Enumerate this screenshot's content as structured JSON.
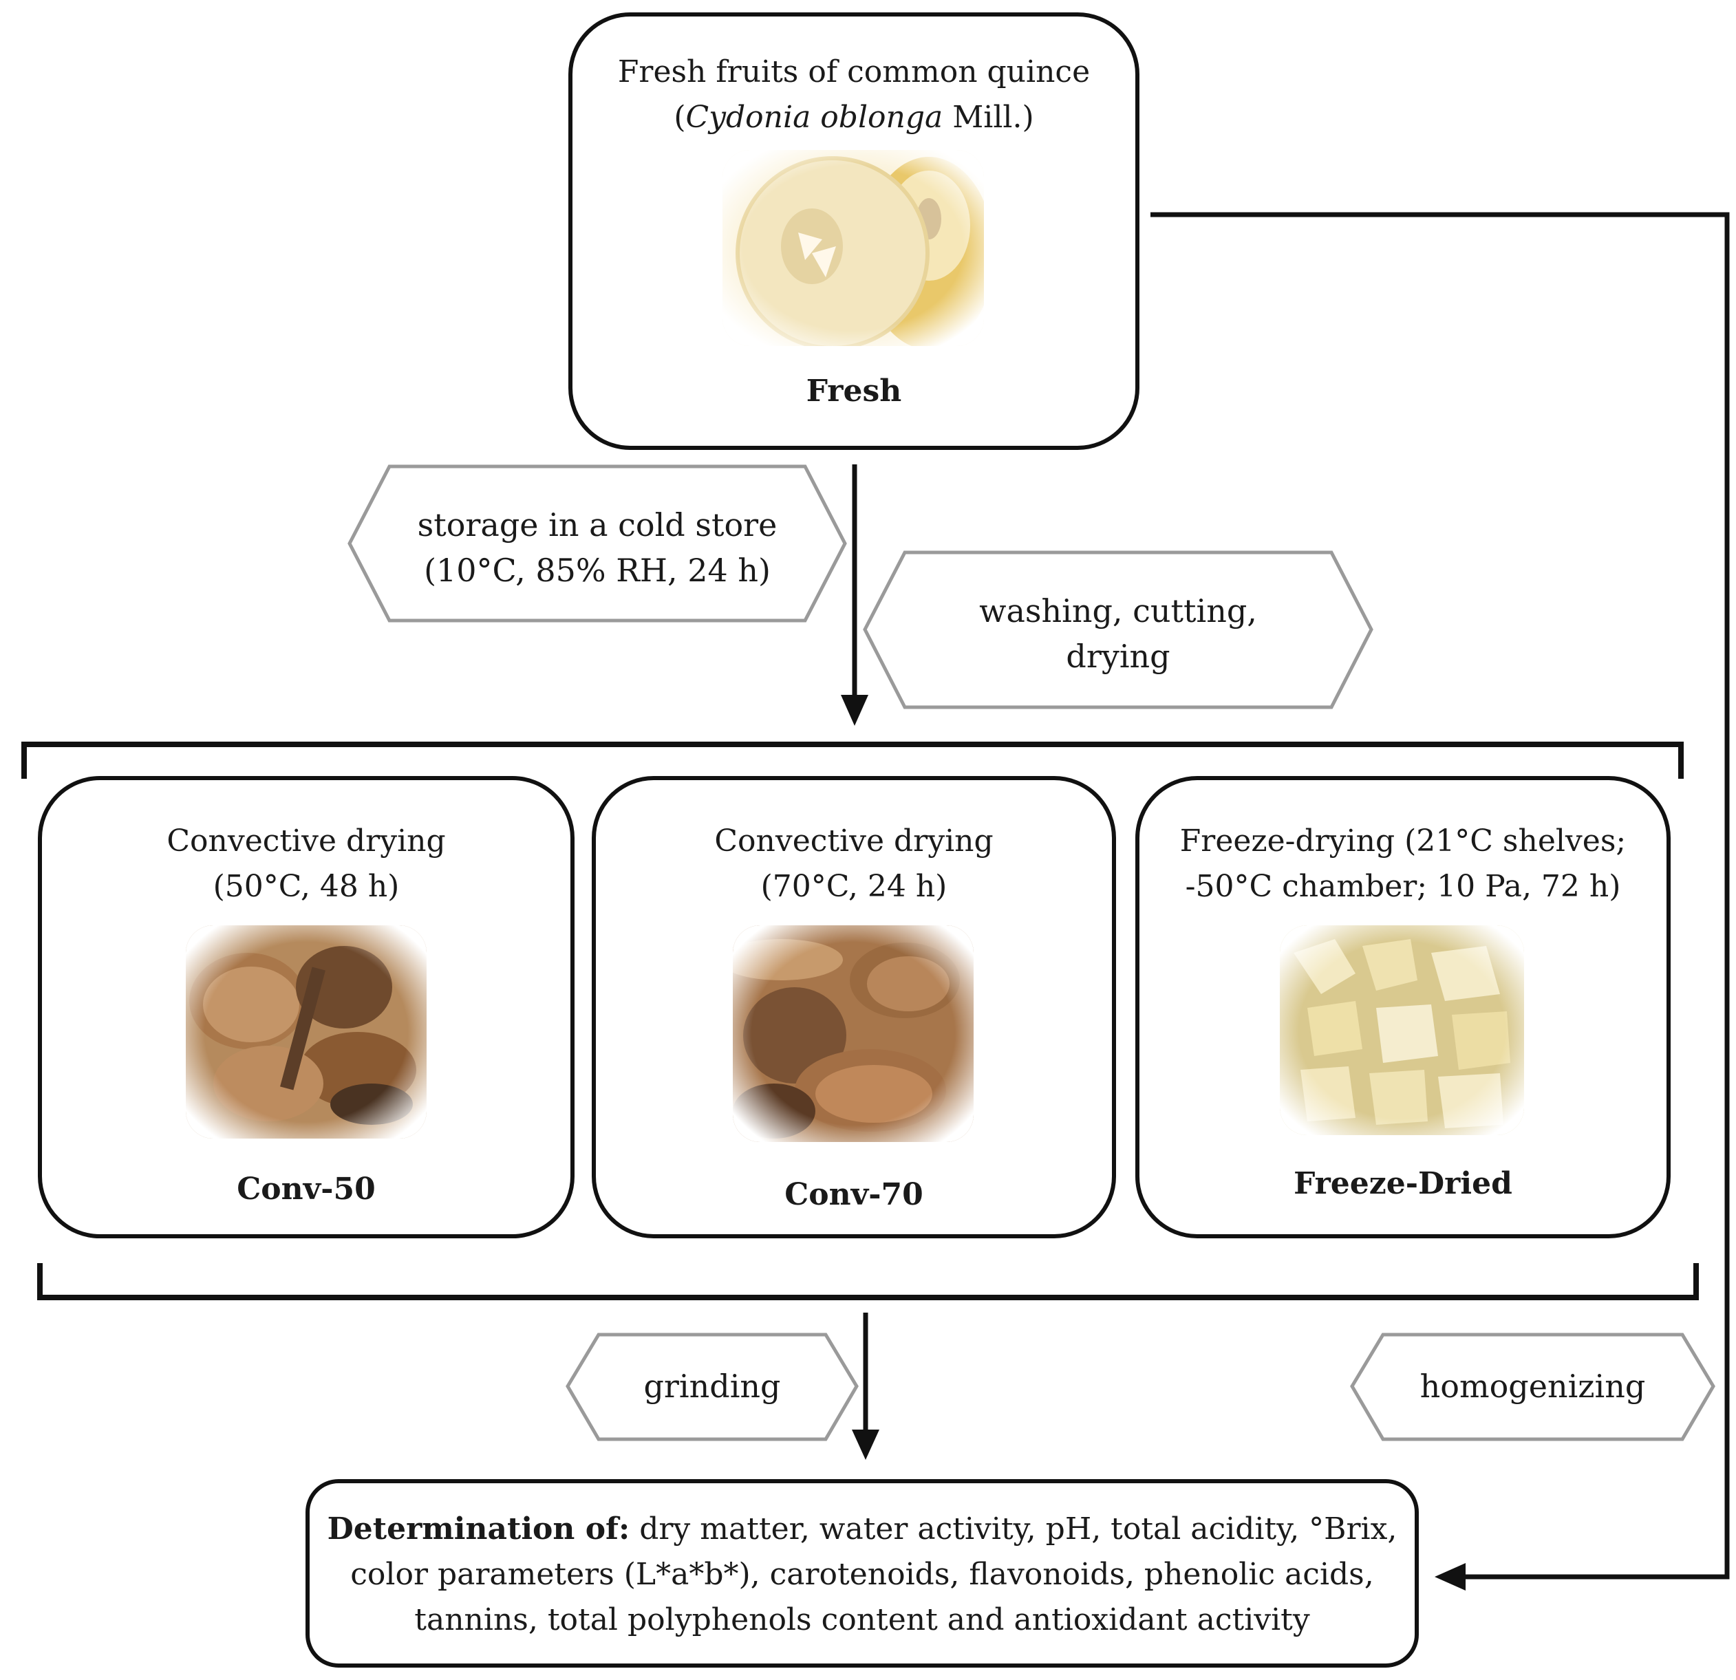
{
  "fresh": {
    "line1": "Fresh fruits of common quince",
    "line2_open": "(",
    "line2_species": "Cydonia oblonga",
    "line2_rest": " Mill.)",
    "label": "Fresh",
    "image": "quince-halves-photo"
  },
  "steps": {
    "storage_line1": "storage in a cold store",
    "storage_line2": "(10°C, 85% RH, 24 h)",
    "washing_line1": "washing, cutting,",
    "washing_line2": "drying",
    "grinding": "grinding",
    "homogenizing": "homogenizing"
  },
  "methods": [
    {
      "line1": "Convective drying",
      "line2": "(50°C, 48 h)",
      "label": "Conv-50",
      "image": "dried-quince-slices-photo"
    },
    {
      "line1": "Convective drying",
      "line2": "(70°C, 24 h)",
      "label": "Conv-70",
      "image": "dried-quince-slices-photo"
    },
    {
      "line1": "Freeze-drying (21°C shelves;",
      "line2": "-50°C chamber; 10 Pa, 72 h)",
      "label": "Freeze-Dried",
      "image": "freeze-dried-quince-pieces-photo"
    }
  ],
  "determination": {
    "bold": "Determination of:",
    "line1_rest": " dry matter, water activity, pH, total acidity, °Brix,",
    "line2": "color parameters (L*a*b*), carotenoids, flavonoids, phenolic acids,",
    "line3": "tannins, total polyphenols content and antioxidant activity"
  },
  "colors": {
    "box_border": "#111111",
    "step_border": "#9a9a9a",
    "fresh_flesh": "#f3e6bf",
    "dried_brown": "#8a5a32",
    "freeze_dried": "#eee0a8"
  }
}
